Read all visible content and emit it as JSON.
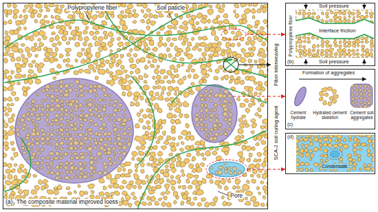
{
  "diagram": {
    "nodes": [
      {
        "text": [
          "Polypropylene fiber",
          "Soil paticle",
          "Pore",
          "(a)",
          "The composite material improved loess"
        ]
      },
      {
        "text": [
          "Soil pressure",
          "Polypropylene fiber",
          "Interface friction",
          "Soil pressure",
          "(b)"
        ]
      },
      {
        "text": [
          "Formation of aggregates",
          "Cement hydrate",
          "Hydrated cement skeleton",
          "Cement soil aggregates",
          "(c)"
        ]
      },
      {
        "text": [
          "(d)",
          "Condensate"
        ]
      }
    ],
    "edges": [
      {
        "from": 0,
        "to": 1,
        "arrow": "to"
      },
      {
        "from": 0,
        "to": 2,
        "arrow": "to"
      },
      {
        "from": 0,
        "to": 3,
        "arrow": "to"
      }
    ],
    "labels": [
      "Fiber interweaving",
      "SCA-2 soil curing agent"
    ]
  }
}
